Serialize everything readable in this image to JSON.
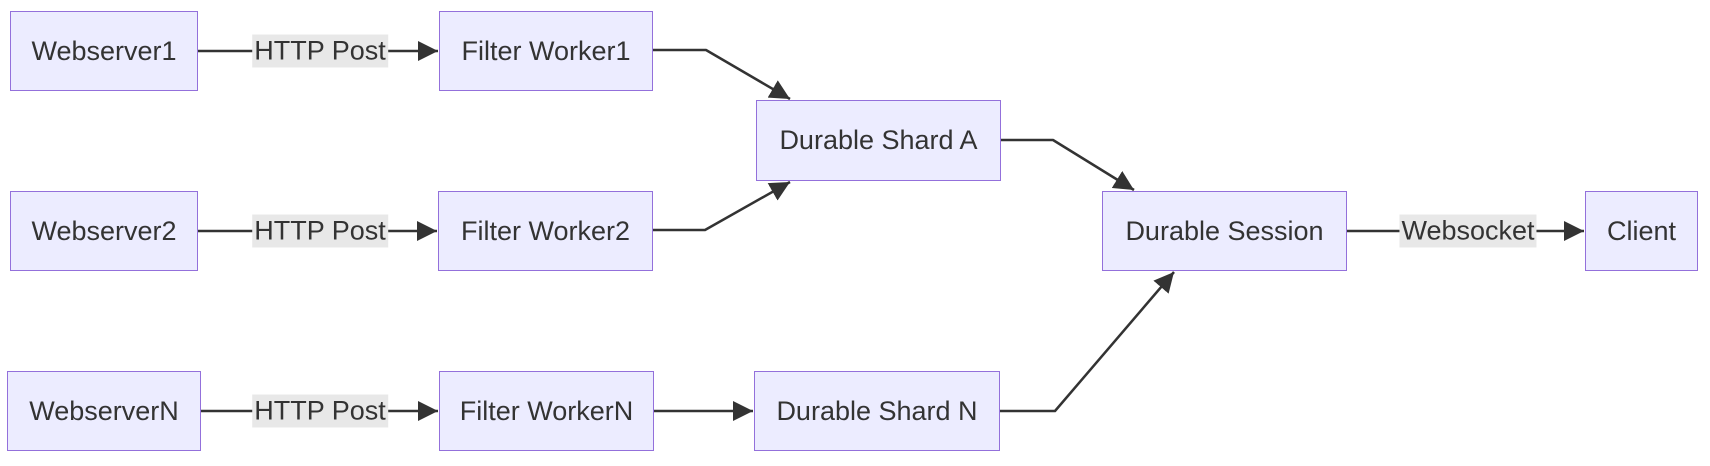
{
  "diagram": {
    "type": "flowchart",
    "direction": "left-to-right",
    "colors": {
      "node_fill": "#ECECFF",
      "node_border": "#9370DB",
      "edge_stroke": "#333333",
      "edge_label_bg": "#e8e8e8",
      "text": "#333333",
      "background": "#ffffff"
    },
    "nodes": [
      {
        "id": "webserver1",
        "label": "Webserver1"
      },
      {
        "id": "webserver2",
        "label": "Webserver2"
      },
      {
        "id": "webserverN",
        "label": "WebserverN"
      },
      {
        "id": "filter_worker1",
        "label": "Filter Worker1"
      },
      {
        "id": "filter_worker2",
        "label": "Filter Worker2"
      },
      {
        "id": "filter_workerN",
        "label": "Filter WorkerN"
      },
      {
        "id": "durable_shard_a",
        "label": "Durable Shard A"
      },
      {
        "id": "durable_shard_n",
        "label": "Durable Shard N"
      },
      {
        "id": "durable_session",
        "label": "Durable Session"
      },
      {
        "id": "client",
        "label": "Client"
      }
    ],
    "edges": [
      {
        "from": "webserver1",
        "to": "filter_worker1",
        "label": "HTTP Post"
      },
      {
        "from": "webserver2",
        "to": "filter_worker2",
        "label": "HTTP Post"
      },
      {
        "from": "webserverN",
        "to": "filter_workerN",
        "label": "HTTP Post"
      },
      {
        "from": "filter_worker1",
        "to": "durable_shard_a",
        "label": ""
      },
      {
        "from": "filter_worker2",
        "to": "durable_shard_a",
        "label": ""
      },
      {
        "from": "filter_workerN",
        "to": "durable_shard_n",
        "label": ""
      },
      {
        "from": "durable_shard_a",
        "to": "durable_session",
        "label": ""
      },
      {
        "from": "durable_shard_n",
        "to": "durable_session",
        "label": ""
      },
      {
        "from": "durable_session",
        "to": "client",
        "label": "Websocket"
      }
    ]
  }
}
